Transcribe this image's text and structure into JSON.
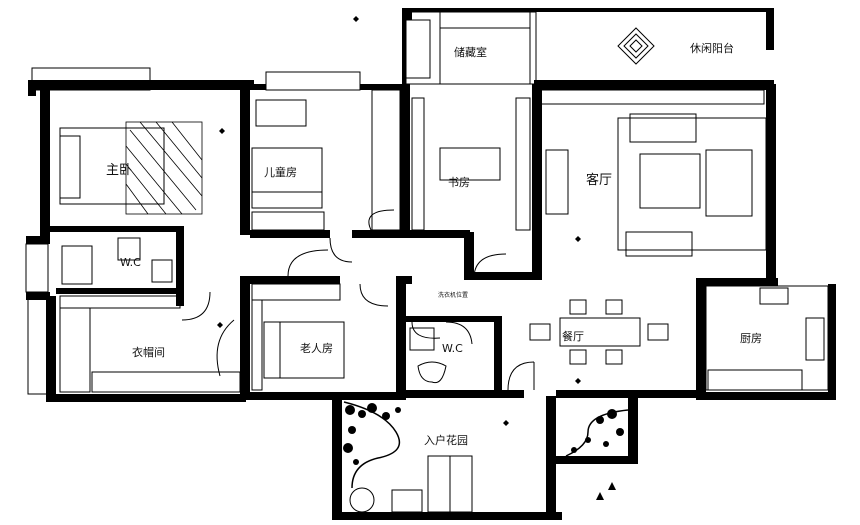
{
  "rooms": {
    "storage": "储藏室",
    "leisure_balcony": "休闲阳台",
    "master_bedroom": "主卧",
    "kids_room": "儿童房",
    "study": "书房",
    "living_room": "客厅",
    "wc_master": "W.C",
    "wardrobe_room": "衣帽间",
    "elderly_room": "老人房",
    "wc_guest": "W.C",
    "dining_room": "餐厅",
    "kitchen": "厨房",
    "entrance_garden": "入户花园"
  },
  "annotation_small": "洗衣机位置"
}
